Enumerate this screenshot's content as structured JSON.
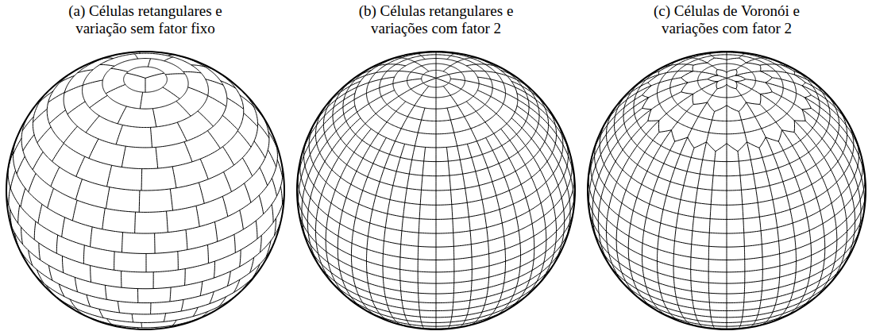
{
  "diagram": {
    "labels": [
      "(a) Células retangulares e variação sem fator fixo",
      "(b) Células retangulares e variações com fator 2",
      "(c) Células de Voronói e variações com fator 2"
    ]
  }
}
